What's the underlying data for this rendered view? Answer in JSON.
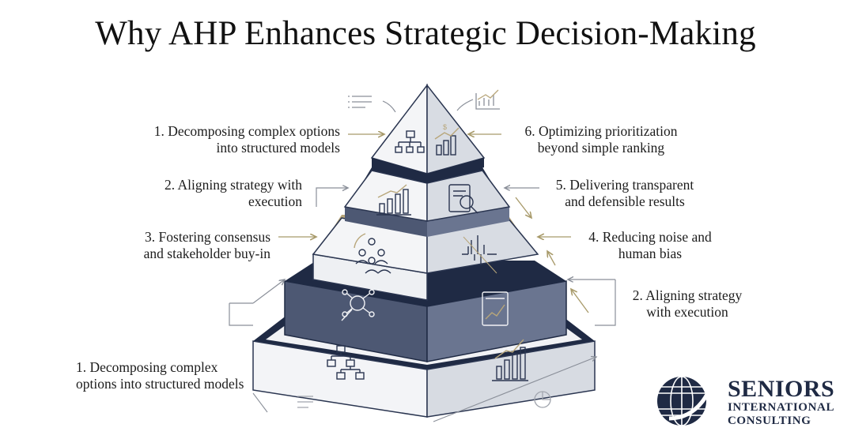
{
  "title": "Why AHP Enhances Strategic Decision-Making",
  "labels": {
    "l1": [
      "1. Decomposing complex options",
      "into structured models"
    ],
    "l2": [
      "2. Aligning strategy with",
      "execution"
    ],
    "l3": [
      "3. Fostering consensus",
      "and stakeholder buy-in"
    ],
    "l4": [
      "1. Decomposing complex",
      "options into structured models"
    ],
    "r1": [
      "6. Optimizing prioritization",
      "beyond simple ranking"
    ],
    "r2": [
      "5. Delivering transparent",
      "and defensible results"
    ],
    "r3": [
      "4. Reducing noise and",
      "human bias"
    ],
    "r4": [
      "2. Aligning strategy",
      "with execution"
    ]
  },
  "logo": {
    "line1": "SENIORS",
    "line2": "INTERNATIONAL",
    "line3": "CONSULTING"
  },
  "colors": {
    "navy": "#1f2a44",
    "slate": "#5b6780",
    "gold": "#b8a67a",
    "light": "#eceef2",
    "arrow": "#a89a6a"
  },
  "icons": [
    "hierarchy-icon",
    "growth-chart-icon",
    "bar-chart-icon",
    "report-magnifier-icon",
    "people-group-icon",
    "sound-wave-icon",
    "network-magnifier-icon",
    "trend-document-icon",
    "org-chart-icon",
    "rising-bar-chart-icon",
    "list-icon",
    "pie-chart-icon",
    "globe-logo-icon"
  ]
}
